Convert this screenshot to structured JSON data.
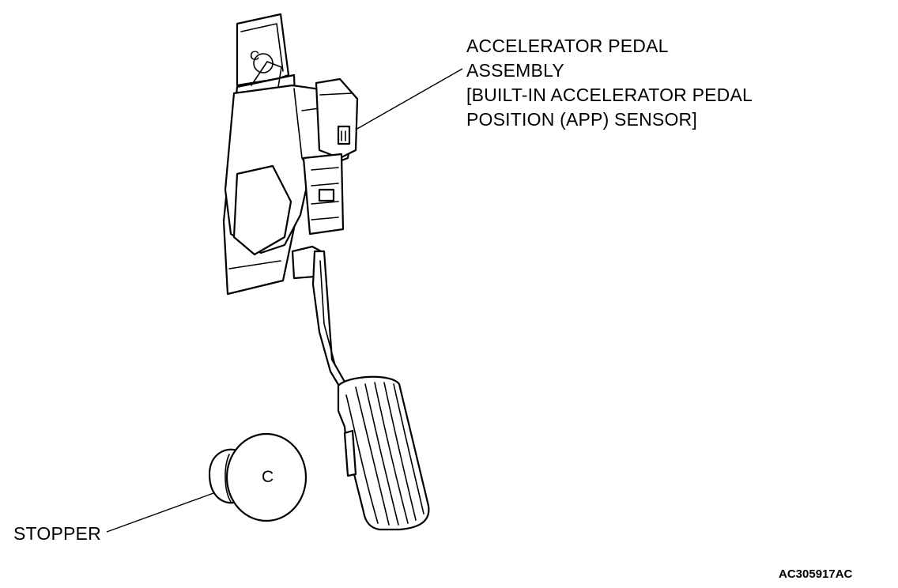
{
  "labels": {
    "assembly_line1": "ACCELERATOR PEDAL",
    "assembly_line2": "ASSEMBLY",
    "assembly_line3": "[BUILT-IN ACCELERATOR PEDAL",
    "assembly_line4": "POSITION (APP) SENSOR]",
    "stopper": "STOPPER",
    "figure_code": "AC305917AC",
    "bracket_marker": "C",
    "stopper_marker": "C"
  },
  "colors": {
    "ink": "#000000",
    "paper": "#ffffff"
  }
}
